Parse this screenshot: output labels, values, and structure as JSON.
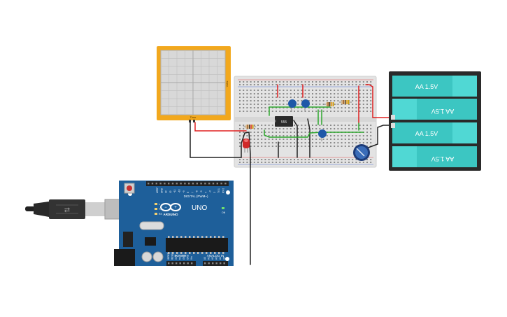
{
  "oscilloscope": {
    "side_label": "Volts",
    "bottom_label": "Time"
  },
  "chip": {
    "label": "555"
  },
  "battery": {
    "cells": [
      "AA 1.5V",
      "AA 1.5V",
      "AA 1.5V",
      "AA 1.5V"
    ]
  },
  "arduino": {
    "brand": "ARDUINO",
    "model": "UNO",
    "digital_header": "DIGITAL (PWM~)",
    "power_header": "POWER",
    "analog_header": "ANALOG IN",
    "pin_labels_top": [
      "AREF",
      "GND",
      "13",
      "12",
      "~11",
      "~10",
      "~9",
      "8",
      "7",
      "~6",
      "~5",
      "4",
      "~3",
      "2",
      "TX 1",
      "RX 0"
    ],
    "pin_labels_power": [
      "IOREF",
      "RESET",
      "3.3V",
      "5V",
      "GND",
      "GND",
      "Vin"
    ],
    "pin_labels_analog": [
      "A0",
      "A1",
      "A2",
      "A3",
      "A4",
      "A5"
    ],
    "leds": [
      "L",
      "TX",
      "RX"
    ],
    "power_led": "ON"
  },
  "colors": {
    "wire_red": "#e02020",
    "wire_black": "#222222",
    "wire_green": "#2ea82e",
    "board_blue": "#1e5f9a",
    "scope_orange": "#f2a81d",
    "battery_teal": "#3cc6c2"
  }
}
